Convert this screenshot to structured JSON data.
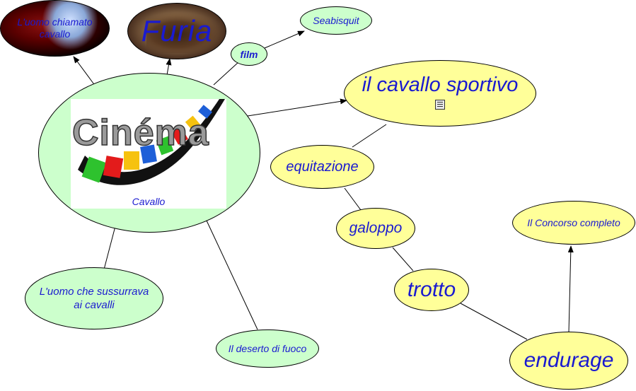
{
  "nodes": {
    "cavallo": "Cavallo",
    "uomo_chiamato": "L'uomo chiamato cavallo",
    "furia": "Furia",
    "film": "film",
    "seabisquit": "Seabisquit",
    "cavallo_sportivo": "il cavallo sportivo",
    "equitazione": "equitazione",
    "galoppo": "galoppo",
    "trotto": "trotto",
    "endurage": "endurage",
    "concorso": "Il Concorso completo",
    "sussurrava": "L'uomo che sussurrava ai cavalli",
    "deserto": "Il deserto di fuoco"
  },
  "logo": {
    "text": "Cinéma"
  },
  "colors": {
    "green_node": "#ccffcc",
    "yellow_node": "#ffff99",
    "text_blue": "#1a1ad0"
  }
}
